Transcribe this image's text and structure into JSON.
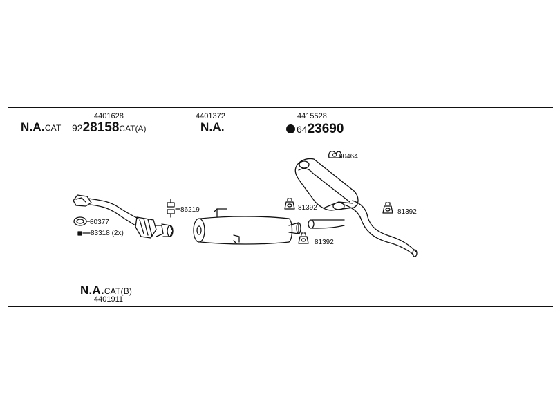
{
  "groups": [
    {
      "part_number": "4401628",
      "label_bold": "N.A.",
      "label_small": "CAT"
    },
    {
      "part_number": "4401372",
      "label_bold": "N.A."
    },
    {
      "part_number": "4415528",
      "code_prefix": "64",
      "code_main": "23690"
    }
  ],
  "alt_group_a": {
    "prefix": "92",
    "main": "28158",
    "suffix": "CAT(A)"
  },
  "bottom_group": {
    "label_bold": "N.A.",
    "label_small": "CAT(B)",
    "part_number": "4401911"
  },
  "callouts": {
    "c80377": "80377",
    "c83318": "83318 (2x)",
    "c86219": "86219",
    "c81392_a": "81392",
    "c81392_b": "81392",
    "c81392_c": "81392",
    "c80464": "80464"
  },
  "colors": {
    "line": "#111111",
    "background": "#ffffff"
  },
  "icons": [
    "bullet-dot-icon",
    "gasket-ring-icon",
    "clamp-icon",
    "rubber-hanger-icon"
  ]
}
